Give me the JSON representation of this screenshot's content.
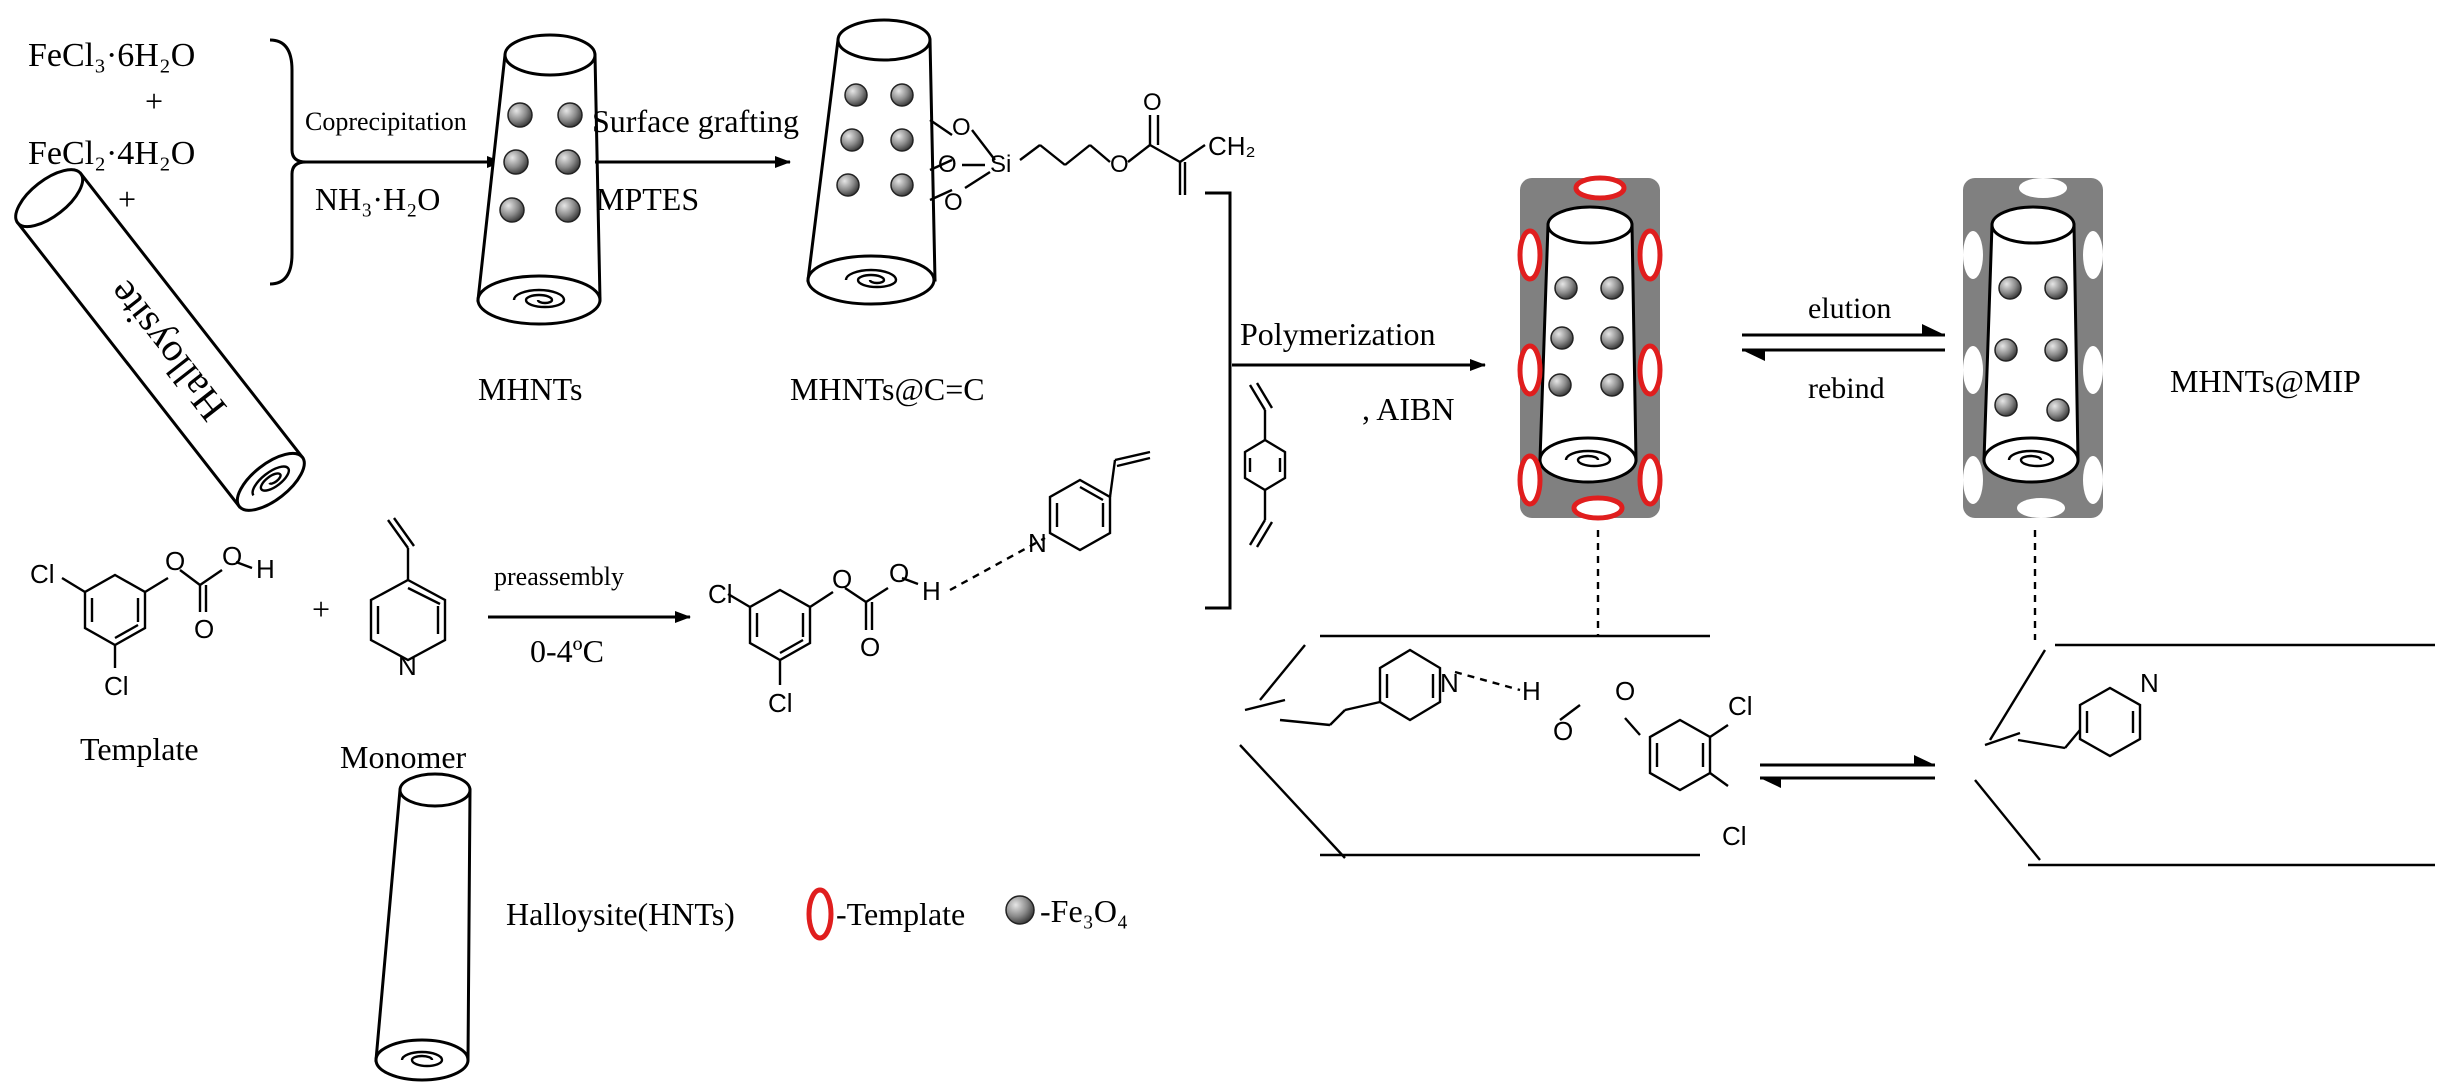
{
  "colors": {
    "template_red": "#e01e1e",
    "polymer_gray": "#808080",
    "particle_dark": "#3a3a3a",
    "particle_light": "#e6e6e6"
  },
  "icons": [
    "halloysite-tube-icon",
    "fe3o4-particle-icon",
    "template-ellipse-icon",
    "arrow-icon",
    "equilibrium-arrow-icon"
  ],
  "reagents": {
    "fecl3": "FeCl₃·6H₂O",
    "plus1": "+",
    "fecl2": "FeCl₂·4H₂O",
    "plus2": "+",
    "halloysite": "Halloysite"
  },
  "step1": {
    "above": "Coprecipitation",
    "below": "NH₃·H₂O"
  },
  "mhnts_label": "MHNTs",
  "step2": {
    "above": "Surface grafting",
    "below": "MPTES"
  },
  "grafted": {
    "o1": "O",
    "o2": "O",
    "o3": "O",
    "si": "Si",
    "o_ester": "O",
    "o_carbonyl": "O",
    "ch2": "CH₂",
    "label": "MHNTs@C=C"
  },
  "step3": {
    "above": "Polymerization",
    "below": ", AIBN"
  },
  "elution": {
    "forward": "elution",
    "backward": "rebind"
  },
  "mip_label": "MHNTs@MIP",
  "template_mol": {
    "cl1": "Cl",
    "cl2": "Cl",
    "o1": "O",
    "o2": "O",
    "o3": "O",
    "h": "H",
    "label": "Template"
  },
  "plus_mid": "+",
  "monomer": {
    "n": "N",
    "label": "Monomer"
  },
  "preassembly": {
    "above": "preassembly",
    "below": "0-4ºC"
  },
  "complex": {
    "cl1": "Cl",
    "cl2": "Cl",
    "o1": "O",
    "o2": "O",
    "o3": "O",
    "h": "H",
    "n": "N"
  },
  "site_bound": {
    "n": "N",
    "h": "H",
    "o1": "O",
    "o2": "O",
    "cl1": "Cl",
    "cl2": "Cl"
  },
  "site_empty": {
    "n": "N"
  },
  "legend": {
    "hnts": "Halloysite(HNTs)",
    "template": "-Template",
    "fe3o4": "-Fe₃O₄"
  }
}
